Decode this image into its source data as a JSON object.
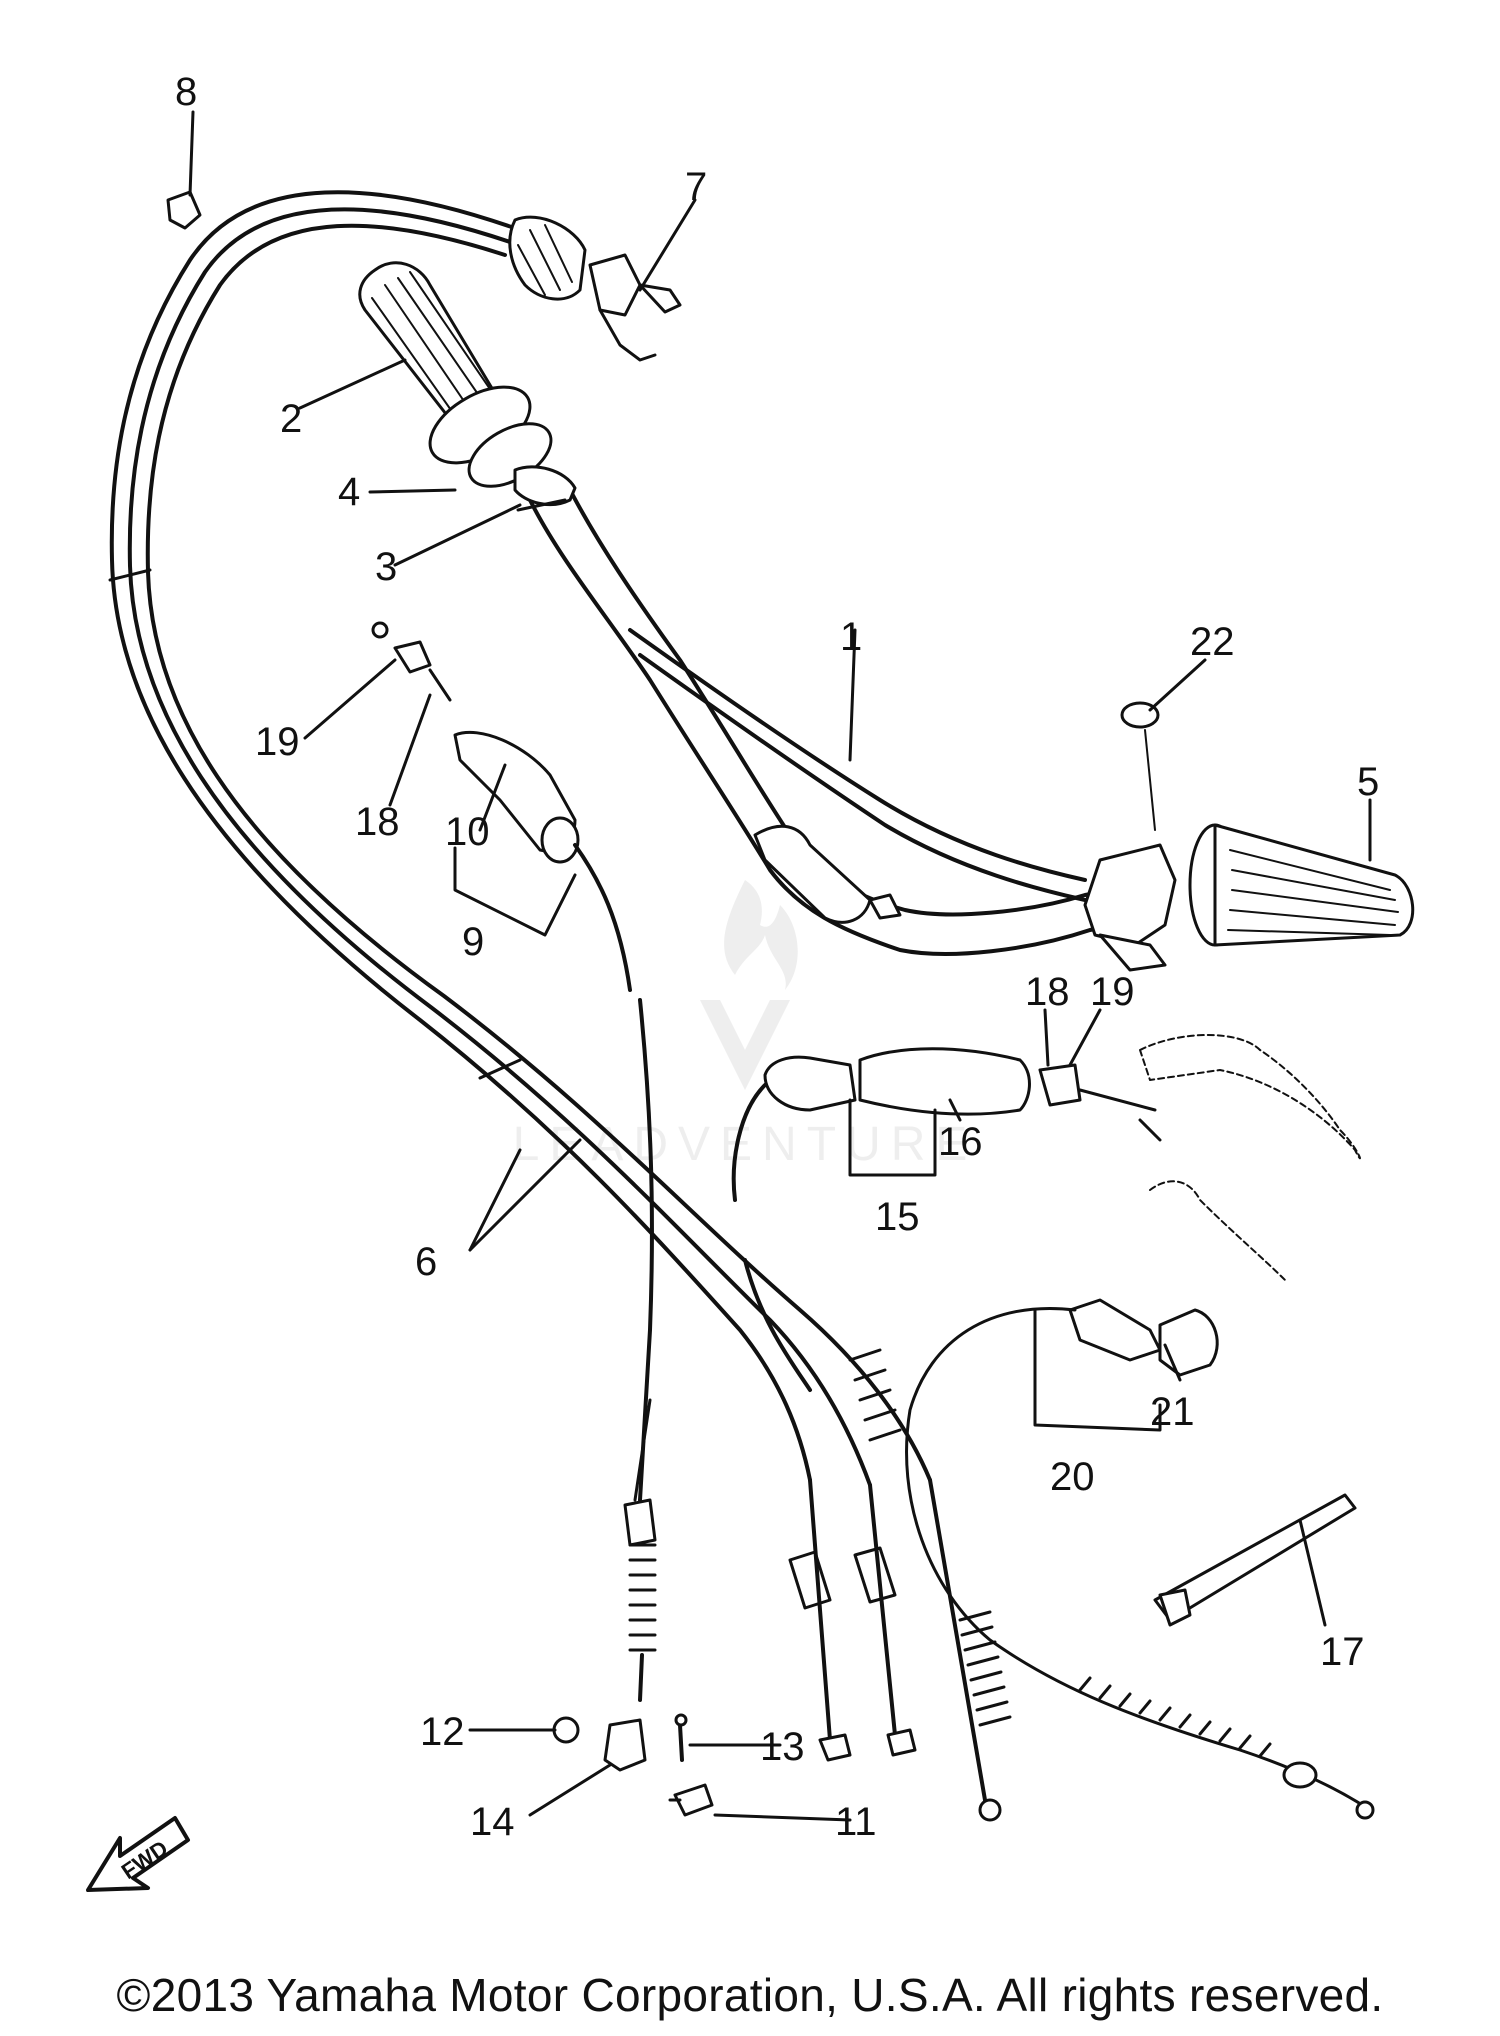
{
  "diagram": {
    "labels": {
      "p1": "1",
      "p2": "2",
      "p3": "3",
      "p4": "4",
      "p5": "5",
      "p6": "6",
      "p7": "7",
      "p8": "8",
      "p9": "9",
      "p10": "10",
      "p11": "11",
      "p12": "12",
      "p13": "13",
      "p14": "14",
      "p15": "15",
      "p16": "16",
      "p17": "17",
      "p18a": "18",
      "p18b": "18",
      "p19a": "19",
      "p19b": "19",
      "p20": "20",
      "p21": "21",
      "p22": "22"
    },
    "fwd_label": "FWD",
    "watermark": "LEADVENTURE"
  },
  "footer": {
    "copyright": "©2013 Yamaha Motor Corporation, U.S.A. All rights reserved."
  }
}
